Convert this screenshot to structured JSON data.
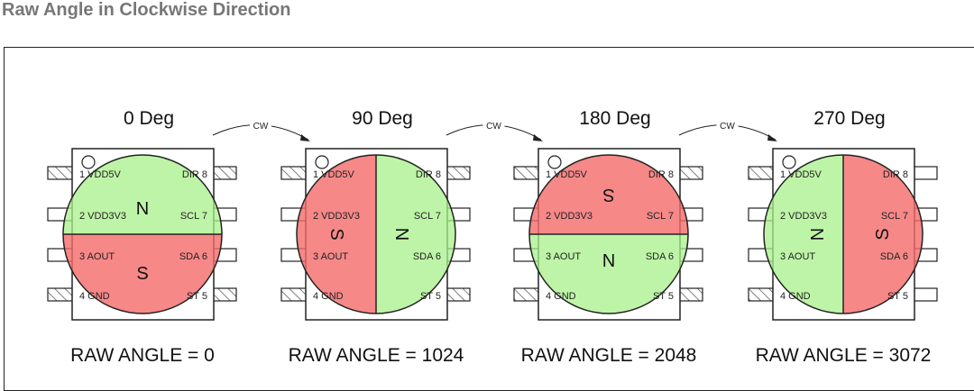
{
  "title": "Raw Angle in Clockwise Direction",
  "arrow_label": "CW",
  "pins": {
    "left": [
      "1 VDD5V",
      "2 VDD3V3",
      "3 AOUT",
      "4 GND"
    ],
    "right": [
      "DIR 8",
      "SCL 7",
      "SDA 6",
      "ST 5"
    ]
  },
  "colors": {
    "north": "#a8f08a",
    "south": "#f46a6a"
  },
  "panels": [
    {
      "deg": "0 Deg",
      "raw": "RAW ANGLE = 0",
      "north": "N",
      "south": "S",
      "north_side": "top"
    },
    {
      "deg": "90 Deg",
      "raw": "RAW ANGLE = 1024",
      "north": "N",
      "south": "S",
      "north_side": "right"
    },
    {
      "deg": "180 Deg",
      "raw": "RAW ANGLE = 2048",
      "north": "N",
      "south": "S",
      "north_side": "bottom"
    },
    {
      "deg": "270 Deg",
      "raw": "RAW ANGLE = 3072",
      "north": "N",
      "south": "S",
      "north_side": "left"
    }
  ]
}
